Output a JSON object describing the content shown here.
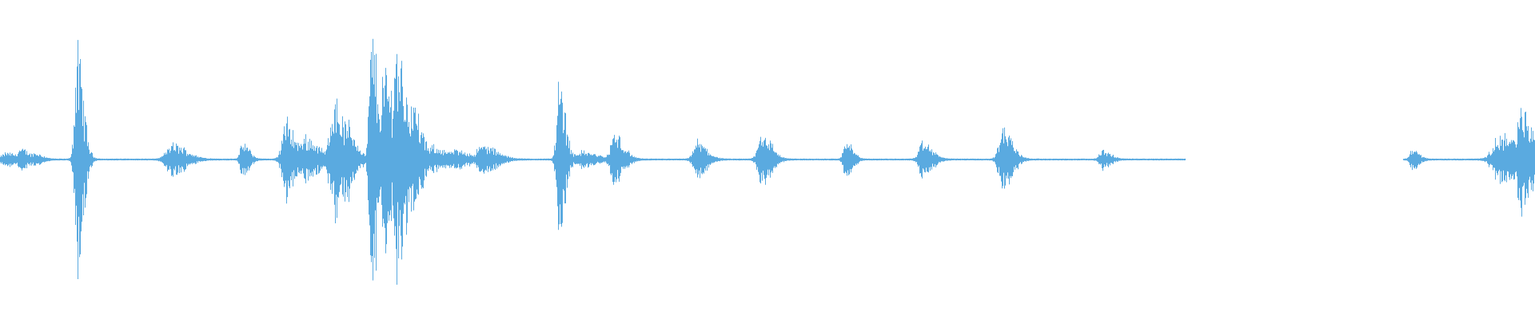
{
  "waveform": {
    "color": "#5aaae0",
    "baseline_visible": true,
    "silent_gap": [
      0.772,
      0.914
    ],
    "events": [
      {
        "t": 0.004,
        "amp": 0.05,
        "w": 0.007
      },
      {
        "t": 0.013,
        "amp": 0.08,
        "w": 0.006
      },
      {
        "t": 0.022,
        "amp": 0.05,
        "w": 0.005
      },
      {
        "t": 0.05,
        "amp": 0.84,
        "w": 0.004
      },
      {
        "t": 0.112,
        "amp": 0.12,
        "w": 0.009
      },
      {
        "t": 0.158,
        "amp": 0.13,
        "w": 0.004
      },
      {
        "t": 0.186,
        "amp": 0.3,
        "w": 0.006
      },
      {
        "t": 0.198,
        "amp": 0.18,
        "w": 0.009
      },
      {
        "t": 0.217,
        "amp": 0.51,
        "w": 0.006
      },
      {
        "t": 0.225,
        "amp": 0.3,
        "w": 0.006
      },
      {
        "t": 0.242,
        "amp": 1.0,
        "w": 0.004
      },
      {
        "t": 0.25,
        "amp": 0.7,
        "w": 0.007
      },
      {
        "t": 0.258,
        "amp": 0.95,
        "w": 0.006
      },
      {
        "t": 0.266,
        "amp": 0.5,
        "w": 0.007
      },
      {
        "t": 0.282,
        "amp": 0.1,
        "w": 0.009
      },
      {
        "t": 0.296,
        "amp": 0.07,
        "w": 0.011
      },
      {
        "t": 0.314,
        "amp": 0.11,
        "w": 0.009
      },
      {
        "t": 0.364,
        "amp": 0.62,
        "w": 0.004
      },
      {
        "t": 0.378,
        "amp": 0.06,
        "w": 0.01
      },
      {
        "t": 0.4,
        "amp": 0.2,
        "w": 0.006
      },
      {
        "t": 0.454,
        "amp": 0.14,
        "w": 0.006
      },
      {
        "t": 0.496,
        "amp": 0.22,
        "w": 0.006
      },
      {
        "t": 0.551,
        "amp": 0.18,
        "w": 0.004
      },
      {
        "t": 0.601,
        "amp": 0.13,
        "w": 0.006
      },
      {
        "t": 0.653,
        "amp": 0.26,
        "w": 0.006
      },
      {
        "t": 0.718,
        "amp": 0.07,
        "w": 0.005
      },
      {
        "t": 0.92,
        "amp": 0.08,
        "w": 0.004
      },
      {
        "t": 0.978,
        "amp": 0.2,
        "w": 0.012
      },
      {
        "t": 0.991,
        "amp": 0.4,
        "w": 0.007
      }
    ]
  }
}
